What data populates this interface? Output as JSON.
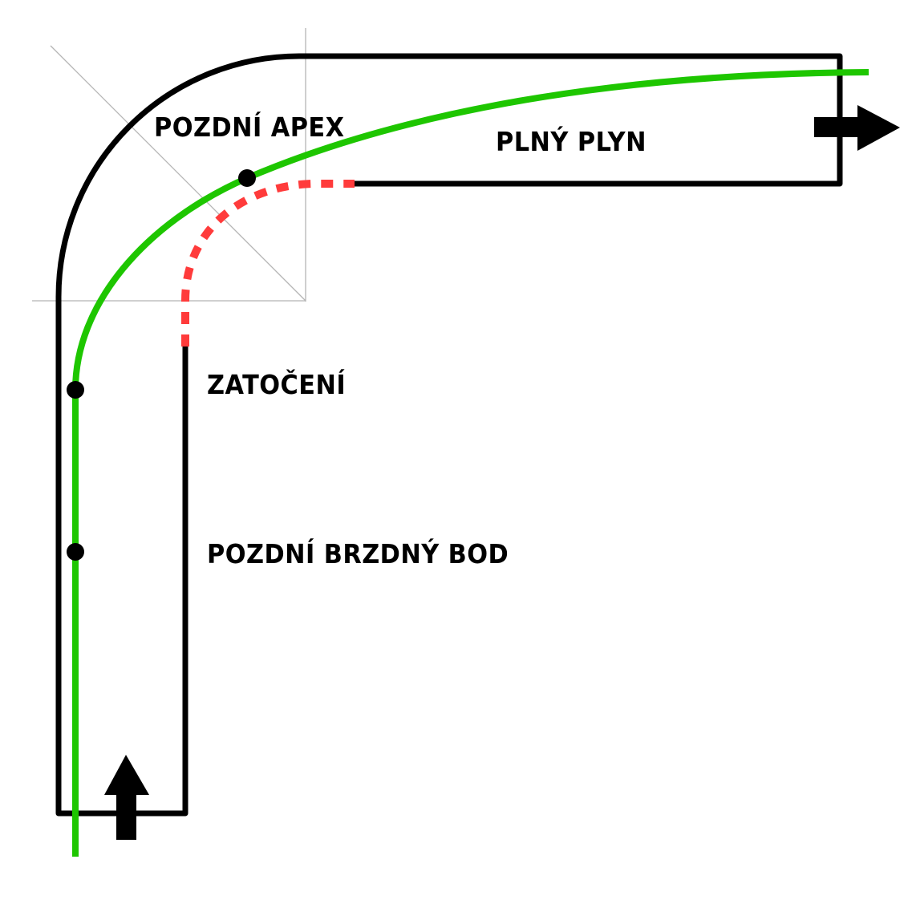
{
  "labels": {
    "late_apex": "POZDNÍ APEX",
    "full_throttle": "PLNÝ PLYN",
    "turn_in": "ZATOČENÍ",
    "late_braking_point": "POZDNÍ BRZDNÝ BOD"
  },
  "colors": {
    "track_outline": "#000000",
    "racing_line": "#1ec600",
    "inner_dashed_line": "#ff3b3b",
    "construction_lines": "#b5b5b5",
    "markers": "#000000",
    "background": "#ffffff"
  },
  "icons": {
    "entry_arrow": "arrow-up-icon",
    "exit_arrow": "arrow-right-icon"
  }
}
